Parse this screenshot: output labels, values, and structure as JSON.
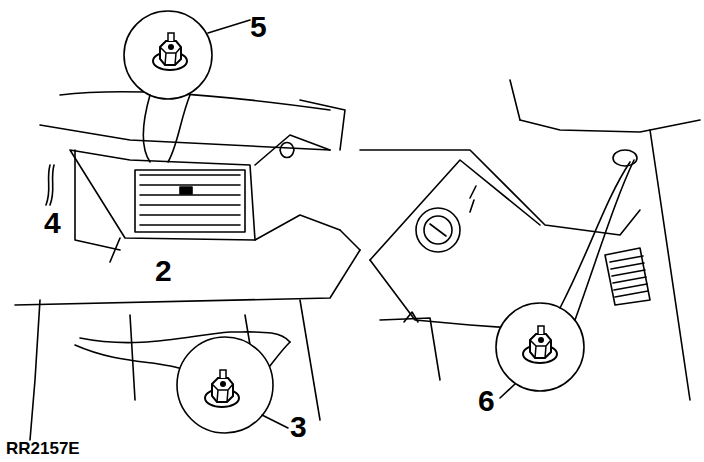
{
  "diagram": {
    "labels": [
      "5",
      "2",
      "4",
      "3",
      "6",
      "RR2157E"
    ]
  }
}
